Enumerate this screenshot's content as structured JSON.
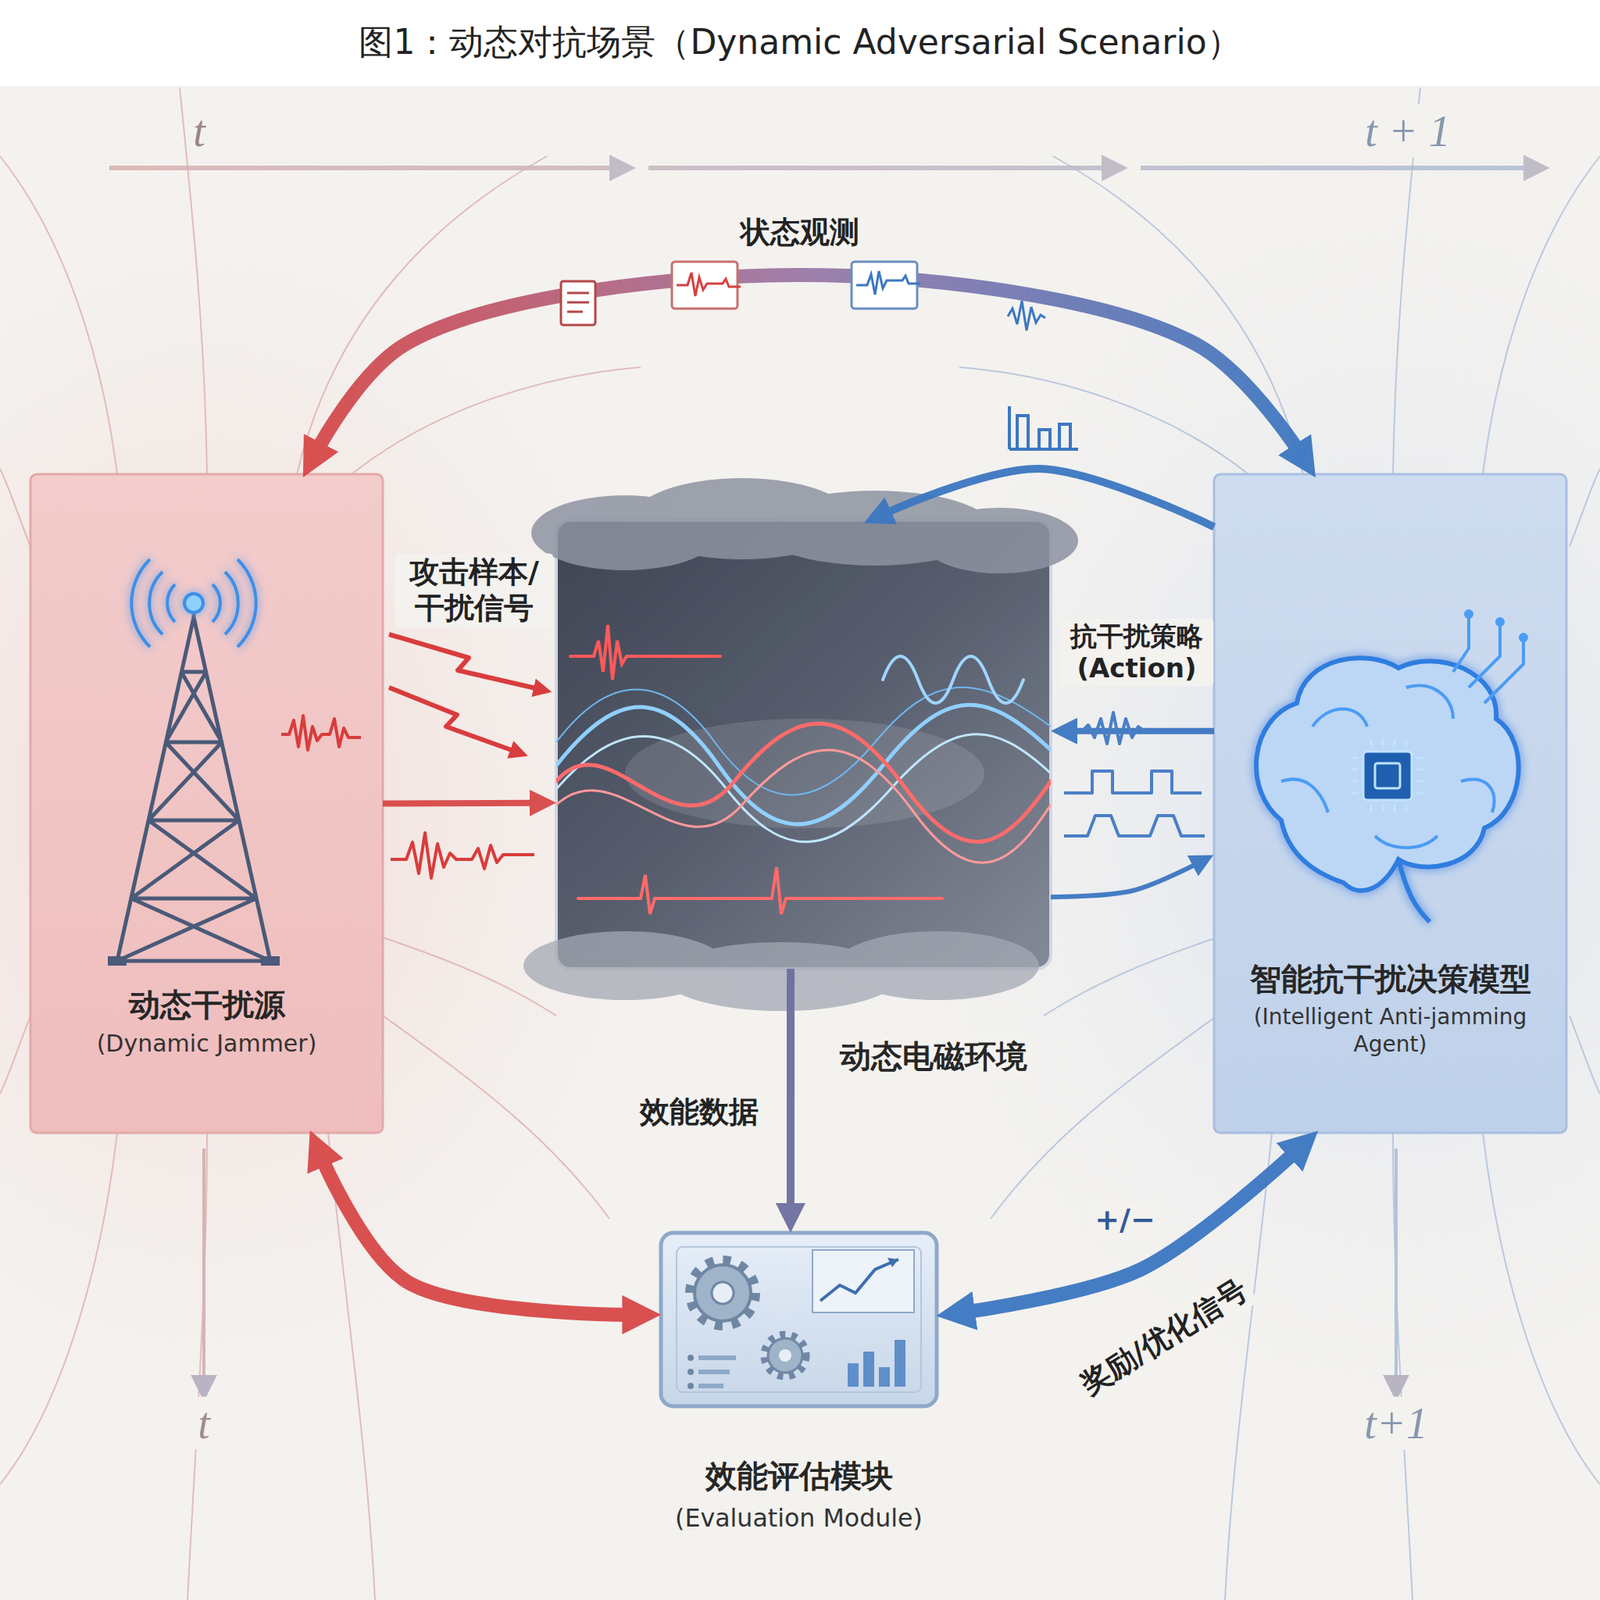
{
  "diagram": {
    "title": "图1：动态对抗场景（Dynamic Adversarial Scenario）",
    "nodes": [
      {
        "text": [
          "动态干扰源",
          "(Dynamic Jammer)"
        ]
      },
      {
        "text": [
          "动态电磁环境"
        ]
      },
      {
        "text": [
          "智能抗干扰决策模型",
          "(Intelligent Anti-jamming Agent)"
        ]
      },
      {
        "text": [
          "效能评估模块",
          "(Evaluation Module)"
        ]
      }
    ],
    "edges": [
      {
        "from": 0,
        "to": 1,
        "label": "攻击样本/ 干扰信号",
        "arrow": "to"
      },
      {
        "from": 2,
        "to": 1,
        "label": "抗干扰策略 (Action)",
        "arrow": "to"
      },
      {
        "from": 1,
        "to": 2,
        "arrow": "to"
      },
      {
        "from": 0,
        "to": 2,
        "label": "状态观测",
        "arrow": "both"
      },
      {
        "from": 2,
        "to": 1,
        "arrow": "to"
      },
      {
        "from": 1,
        "to": 3,
        "label": "效能数据",
        "arrow": "to"
      },
      {
        "from": 0,
        "to": 3,
        "arrow": "both"
      },
      {
        "from": 2,
        "to": 3,
        "label": "奖励/优化信号",
        "arrow": "both"
      }
    ],
    "labels": [
      "t",
      "t + 1",
      "t",
      "t+1",
      "+/−"
    ]
  }
}
